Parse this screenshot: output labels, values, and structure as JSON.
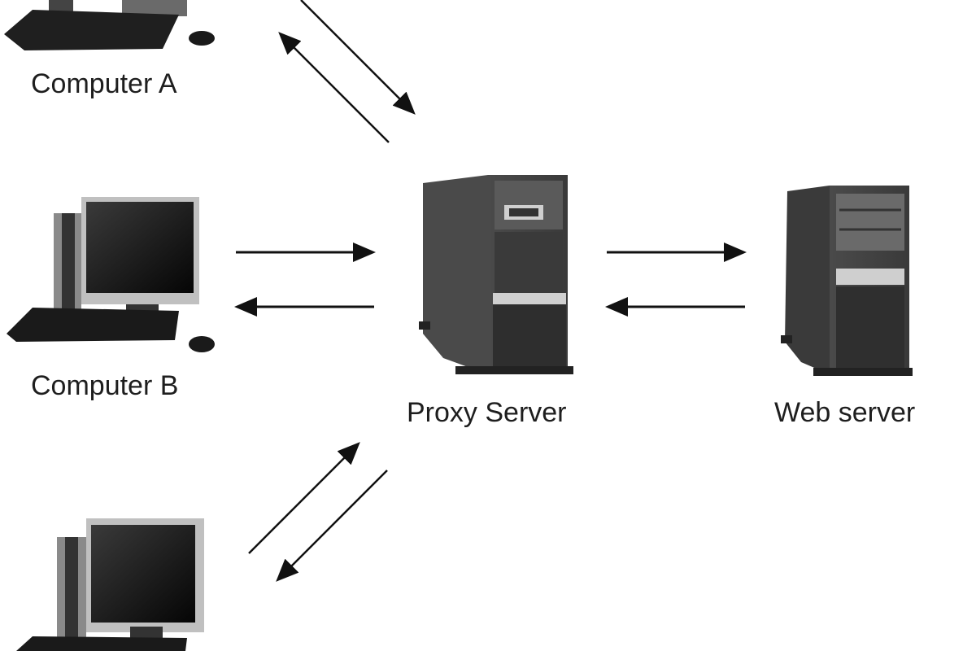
{
  "diagram": {
    "title": "Proxy server network",
    "nodes": [
      {
        "id": "computer-a",
        "label": "Computer A",
        "icon": "desktop-computer-icon"
      },
      {
        "id": "computer-b",
        "label": "Computer B",
        "icon": "desktop-computer-icon"
      },
      {
        "id": "computer-c",
        "label": "",
        "icon": "desktop-computer-icon"
      },
      {
        "id": "proxy-server",
        "label": "Proxy Server",
        "icon": "tower-server-icon"
      },
      {
        "id": "web-server",
        "label": "Web server",
        "icon": "tower-server-icon"
      }
    ],
    "edges": [
      {
        "from": "computer-a",
        "to": "proxy-server",
        "direction": "request"
      },
      {
        "from": "proxy-server",
        "to": "computer-a",
        "direction": "response"
      },
      {
        "from": "computer-b",
        "to": "proxy-server",
        "direction": "request"
      },
      {
        "from": "proxy-server",
        "to": "computer-b",
        "direction": "response"
      },
      {
        "from": "computer-c",
        "to": "proxy-server",
        "direction": "request"
      },
      {
        "from": "proxy-server",
        "to": "computer-c",
        "direction": "response"
      },
      {
        "from": "proxy-server",
        "to": "web-server",
        "direction": "request"
      },
      {
        "from": "web-server",
        "to": "proxy-server",
        "direction": "response"
      }
    ],
    "colors": {
      "arrow": "#111111",
      "text": "#1e1e1e",
      "device_dark": "#2a2a2a",
      "device_mid": "#555555",
      "device_light": "#b8b8b8"
    }
  }
}
